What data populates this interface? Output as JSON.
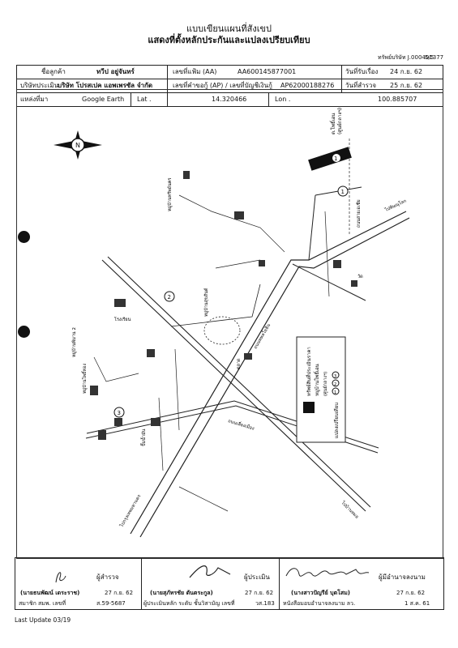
{
  "document": {
    "title_line1": "แบบเขียนแผนที่สังเขป",
    "title_line2": "แสดงที่ตั้งหลักประกันและแปลงเปรียบเทียบ",
    "form_no": "ทรัพย์บริษัท J.000401377",
    "page_no": "5/5"
  },
  "header": {
    "customer_label": "ชื่อลูกค้า",
    "customer_name": "ทวีป อยู่จันทร์",
    "aa_label": "เลขที่แฟ้ม (AA)",
    "aa_value": "AA600145877001",
    "received_label": "วันที่รับเรื่อง",
    "received_value": "24 ก.ย. 62",
    "appraiser_label": "บริษัทประเมิน",
    "appraiser_value": "บริษัท โปรสเปค แอพเพรซัล จำกัด",
    "ap_label": "เลขที่คำขอกู้ (AP) / เลขที่บัญชีเงินกู้",
    "ap_value": "AP62000188276",
    "survey_label": "วันที่สำรวจ",
    "survey_value": "25 ก.ย. 62",
    "map_source_label": "แหล่งที่มา",
    "map_source_value": "Google Earth",
    "lat_label": "Lat .",
    "lat_value": "14.320466",
    "lon_label": "Lon .",
    "lon_value": "100.885707"
  },
  "map": {
    "labels": {
      "l1": "ต.โพธิ์เอน",
      "l2": "(ศูนย์กลางฯ)",
      "l3": "ถนนสายเอเชีย",
      "l4": "หมู่บ้านทรัพย์นคร",
      "l5": "ไปพิษณุโลก",
      "l6": "หมู่บ้านโพธิ์ทอง",
      "l7": "หมู่บ้านสุขสันต์",
      "l8": "ถนนพหลโยธิน",
      "l9": "ถนนเลี่ยงเมือง",
      "l10": "หมู่บ้านพิมาน 2",
      "l11": "ไปกรุงเทพมหานคร",
      "l12": "โรงเรียน",
      "l13": "วัด",
      "l14": "ตลาด",
      "l15": "ปั๊มน้ำมัน",
      "l16": "ไปบ้านหมอ"
    },
    "legend": {
      "title": "แปลงเปรียบเทียบ",
      "numbers": [
        "1",
        "2",
        "3"
      ],
      "subject_label": "ทรัพย์สินที่ประเมินราคา",
      "subject_sub": "หมู่บ้านโพธิ์เอน",
      "subject_sub2": "(ศูนย์กลางฯ)"
    },
    "markers": [
      "1",
      "2",
      "3"
    ]
  },
  "footer": {
    "sig1_role": "ผู้สำรวจ",
    "sig1_name": "(นายธนพัฒน์ เดระราช)",
    "sig1_date": "27 ก.ย. 62",
    "sig1_note": "สมาชิก สมพ. เลขที่",
    "sig1_no": "ส.59-5687",
    "sig2_role": "ผู้ประเมิน",
    "sig2_name": "(นายสุภัทรชัย ตันตระกูล)",
    "sig2_date": "27 ก.ย. 62",
    "sig2_note": "ผู้ประเมินหลัก ระดับ ชั้นวิสามัญ เลขที่",
    "sig2_no": "วส.183",
    "sig3_role": "ผู้มีอำนาจลงนาม",
    "sig3_name": "(นางสาวปัญรีย์ บุตโสม)",
    "sig3_date": "27 ก.ย. 62",
    "sig3_note": "หนังสือมอบอำนาจลงนาม ลว.",
    "sig3_no": "1 ส.ค. 61"
  },
  "last_update": "Last Update 03/19"
}
